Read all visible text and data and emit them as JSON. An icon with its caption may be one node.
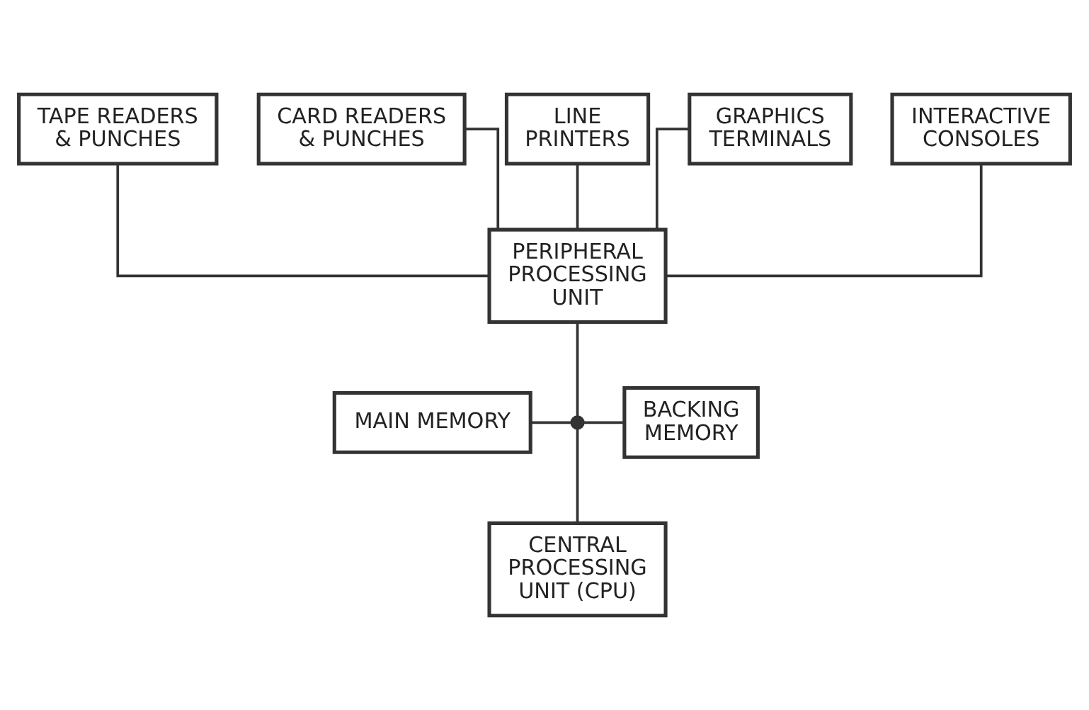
{
  "diagram": {
    "nodes": [
      {
        "text": [
          "TAPE READERS & PUNCHES"
        ]
      },
      {
        "text": [
          "CARD READERS & PUNCHES"
        ]
      },
      {
        "text": [
          "LINE PRINTERS"
        ]
      },
      {
        "text": [
          "GRAPHICS TERMINALS"
        ]
      },
      {
        "text": [
          "INTERACTIVE CONSOLES"
        ]
      },
      {
        "text": [
          "PERIPHERAL PROCESSING UNIT"
        ]
      },
      {
        "text": [
          "MAIN MEMORY"
        ]
      },
      {
        "text": [],
        "shape": "circle"
      },
      {
        "text": [
          "BACKING MEMORY"
        ]
      },
      {
        "text": [
          "CENTRAL PROCESSING UNIT (CPU)"
        ]
      }
    ],
    "edges": [
      {
        "from": 0,
        "to": 5,
        "arrow": "none"
      },
      {
        "from": 1,
        "to": 5,
        "arrow": "none"
      },
      {
        "from": 2,
        "to": 5,
        "arrow": "none"
      },
      {
        "from": 3,
        "to": 5,
        "arrow": "none"
      },
      {
        "from": 4,
        "to": 5,
        "arrow": "none"
      },
      {
        "from": 5,
        "to": 7,
        "arrow": "none"
      },
      {
        "from": 6,
        "to": 7,
        "arrow": "none"
      },
      {
        "from": 7,
        "to": 8,
        "arrow": "none"
      },
      {
        "from": 7,
        "to": 9,
        "arrow": "none"
      }
    ]
  }
}
